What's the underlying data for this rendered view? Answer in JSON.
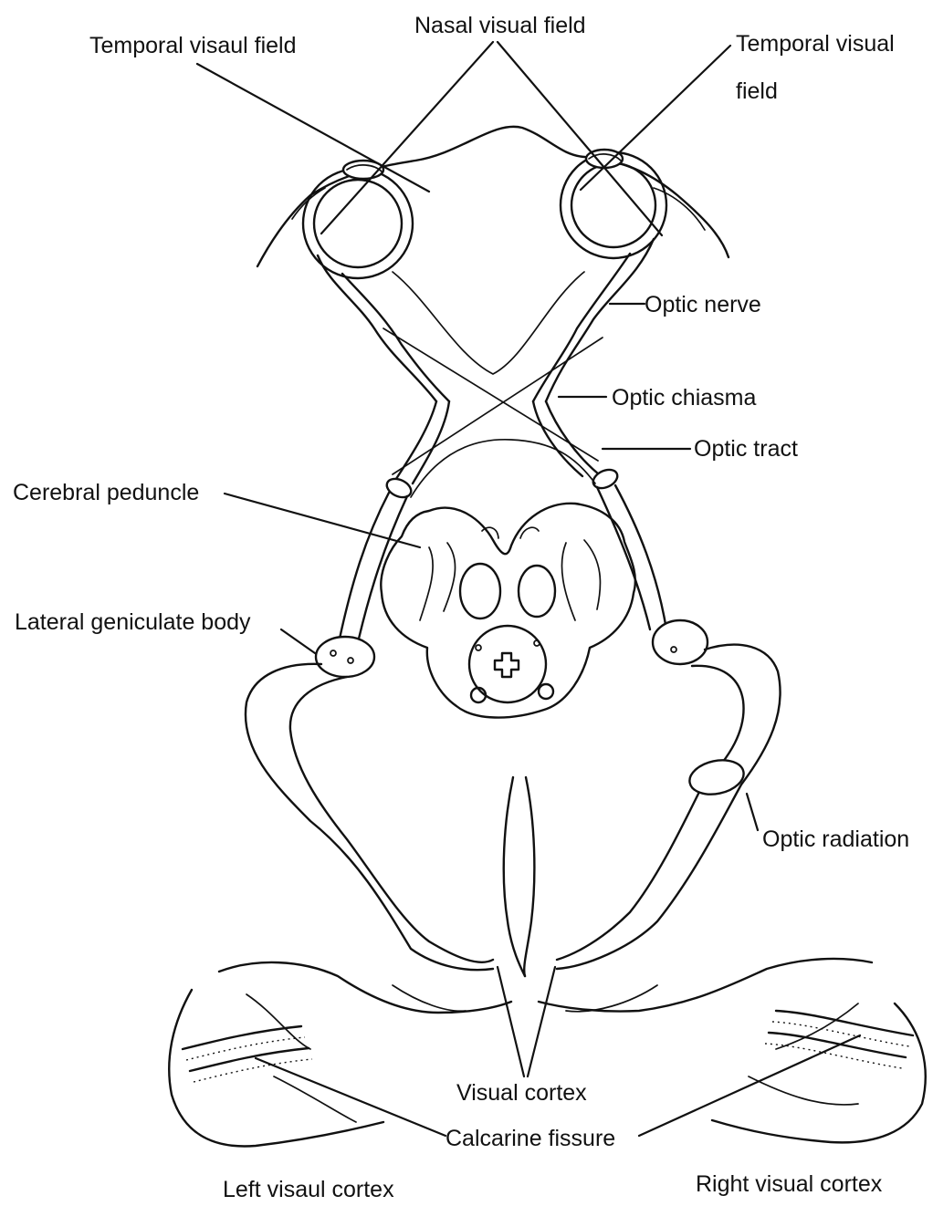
{
  "labels": {
    "nasal_visual_field": "Nasal visual field",
    "temporal_visual_field_left": "Temporal visaul field",
    "temporal_visual_field_right_line1": "Temporal visual",
    "temporal_visual_field_right_line2": "field",
    "optic_nerve": "Optic nerve",
    "optic_chiasma": "Optic chiasma",
    "optic_tract": "Optic tract",
    "cerebral_peduncle": "Cerebral peduncle",
    "lateral_geniculate_body": "Lateral geniculate body",
    "optic_radiation": "Optic radiation",
    "visual_cortex": "Visual cortex",
    "calcarine_fissure": "Calcarine fissure",
    "left_visual_cortex": "Left visaul cortex",
    "right_visual_cortex": "Right visual cortex"
  }
}
